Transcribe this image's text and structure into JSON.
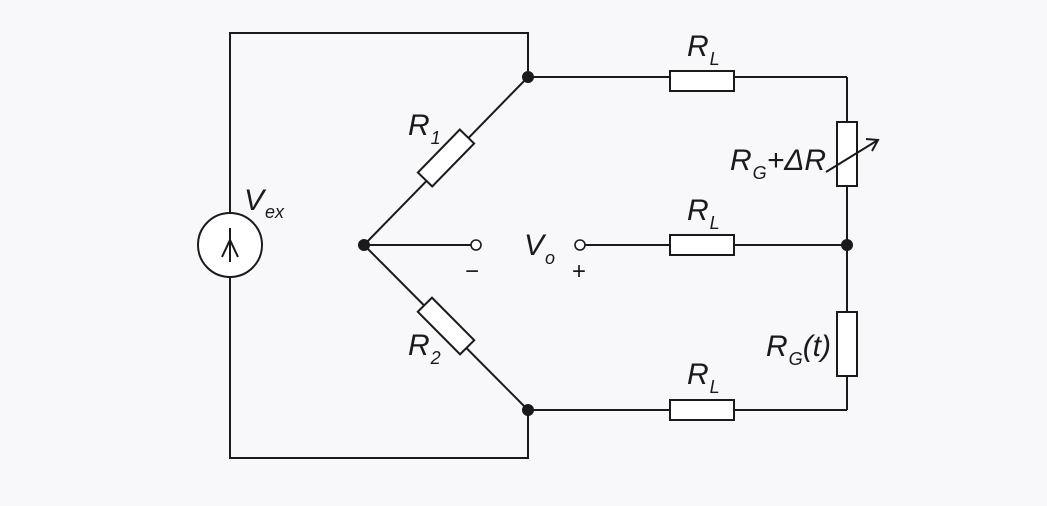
{
  "colors": {
    "background": "#f8f8fb",
    "line": "#1a1a1a"
  },
  "labels": {
    "vex": {
      "main": "V",
      "sub": "ex"
    },
    "r1": {
      "main": "R",
      "sub": "1"
    },
    "r2": {
      "main": "R",
      "sub": "2"
    },
    "vo": {
      "main": "V",
      "sub": "o"
    },
    "vo_minus": "−",
    "vo_plus": "+",
    "rl_top": {
      "main": "R",
      "sub": "L"
    },
    "rl_mid": {
      "main": "R",
      "sub": "L"
    },
    "rl_bot": {
      "main": "R",
      "sub": "L"
    },
    "rg_active": {
      "main": "R",
      "sub": "G",
      "rest": "+ΔR"
    },
    "rg_dummy": {
      "main": "R",
      "sub": "G",
      "rest": "(t)"
    }
  }
}
